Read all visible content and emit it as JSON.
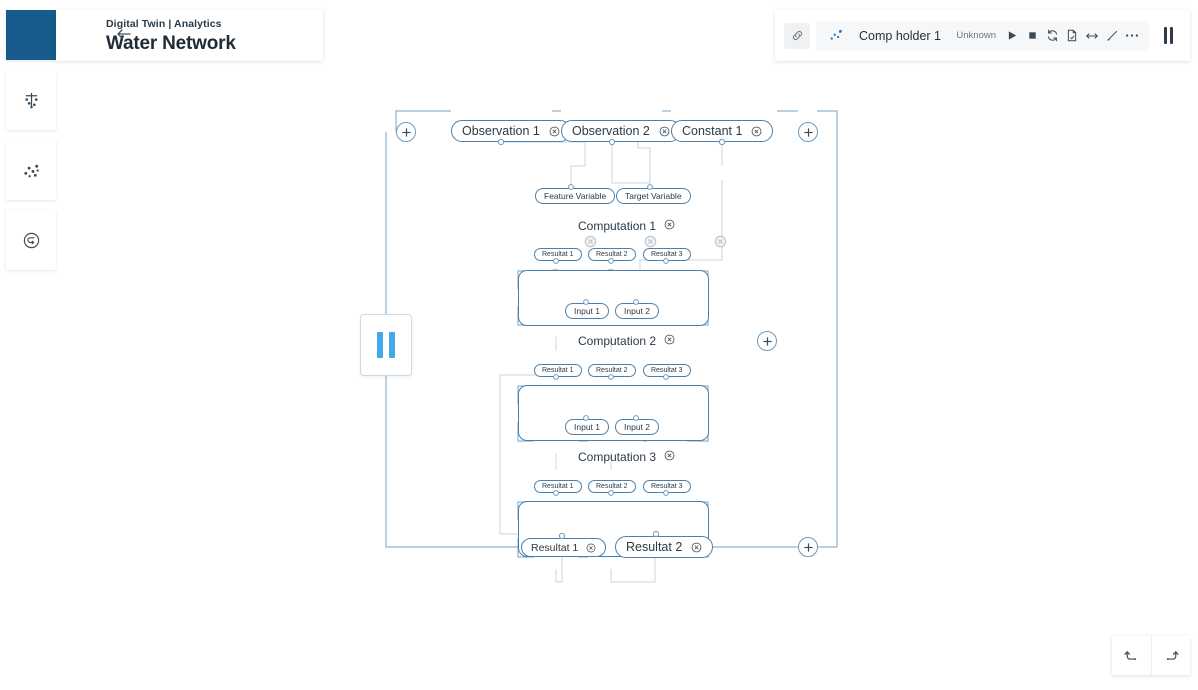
{
  "app": {
    "rail": {
      "logo_name": "app-logo",
      "buttons": [
        {
          "name": "network-icon",
          "title": "Network"
        },
        {
          "name": "scatter-graph-icon",
          "title": "Analytics"
        },
        {
          "name": "history-icon",
          "title": "History"
        }
      ]
    },
    "header": {
      "back_label": "back-arrow",
      "breadcrumb": "Digital Twin | Analytics",
      "title": "Water Network"
    },
    "toolbar": {
      "link_icon": "link-icon",
      "graph_icon": "scatter-graph-icon",
      "name": "Comp holder 1",
      "status": "Unknown",
      "actions": [
        {
          "name": "play-button",
          "glyph": "play"
        },
        {
          "name": "stop-button",
          "glyph": "stop"
        },
        {
          "name": "refresh-button",
          "glyph": "refresh"
        },
        {
          "name": "document-button",
          "glyph": "document"
        },
        {
          "name": "resize-button",
          "glyph": "arrows"
        },
        {
          "name": "edit-button",
          "glyph": "pencil"
        },
        {
          "name": "more-button",
          "glyph": "ellipsis"
        }
      ],
      "pause_label": "pause-button"
    },
    "graph": {
      "pause_card_label": "pause-state-card",
      "top_nodes": [
        {
          "label": "Observation 1"
        },
        {
          "label": "Observation 2"
        },
        {
          "label": "Constant 1"
        }
      ],
      "computations": [
        {
          "title": "Computation 1",
          "inputs": [
            "Feature Variable",
            "Target Variable"
          ],
          "outputs": [
            "Resultat 1",
            "Resultat 2",
            "Resultat 3"
          ]
        },
        {
          "title": "Computation 2",
          "inputs": [
            "Input 1",
            "Input 2"
          ],
          "outputs": [
            "Resultat 1",
            "Resultat 2",
            "Resultat 3"
          ]
        },
        {
          "title": "Computation 3",
          "inputs": [
            "Input 1",
            "Input 2"
          ],
          "outputs": [
            "Resultat 1",
            "Resultat 2",
            "Resultat 3"
          ]
        }
      ],
      "bottom_nodes": [
        {
          "label": "Resultat 1"
        },
        {
          "label": "Resultat 2"
        }
      ],
      "add_buttons": [
        "add-node-top-left",
        "add-node-top-right",
        "add-node-middle-right",
        "add-node-bottom-right"
      ]
    },
    "footer": {
      "undo_label": "undo-button",
      "redo_label": "redo-button"
    },
    "colors": {
      "brand": "#175b8c",
      "node_border": "#4a80ab",
      "accent": "#45a8e8",
      "wire": "#8fb4d0",
      "wire_faint": "#d5dde4"
    }
  }
}
